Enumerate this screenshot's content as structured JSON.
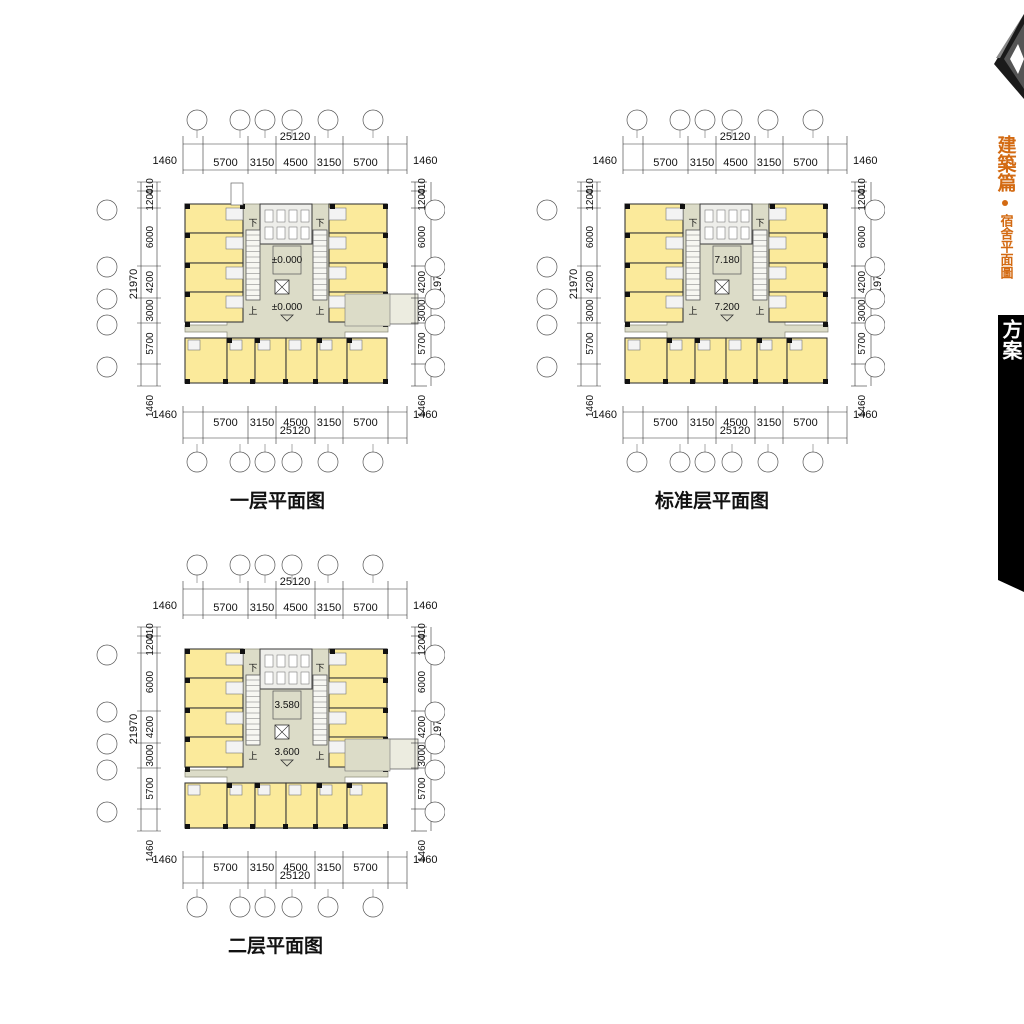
{
  "plans": [
    {
      "id": "first-floor",
      "caption": "一层平面图",
      "levels": [
        "±0.000",
        "±0.000"
      ],
      "entrance": "right"
    },
    {
      "id": "standard-floor",
      "caption": "标准层平面图",
      "levels": [
        "7.180",
        "7.200"
      ],
      "entrance": "none"
    },
    {
      "id": "second-floor",
      "caption": "二层平面图",
      "levels": [
        "3.580",
        "3.600"
      ],
      "entrance": "right"
    }
  ],
  "dimensions": {
    "total_width": "25120",
    "horizontal": [
      "1460",
      "5700",
      "3150",
      "4500",
      "3150",
      "5700",
      "1460"
    ],
    "total_height": "21970",
    "vertical": [
      "410",
      "1200",
      "6000",
      "4200",
      "3000",
      "5700",
      "1460"
    ]
  },
  "stair_labels": {
    "up": "上",
    "down": "下"
  },
  "banner": {
    "section_title": "建築篇",
    "section_subtitle": "宿舍平面圖",
    "project_title": "巴彦淖爾市中學新校區建築方案"
  },
  "colors": {
    "room_fill": "#fbea9b",
    "corridor_fill": "#dcdcc8",
    "wall": "#3a3a3a",
    "accent": "#d36a12"
  }
}
